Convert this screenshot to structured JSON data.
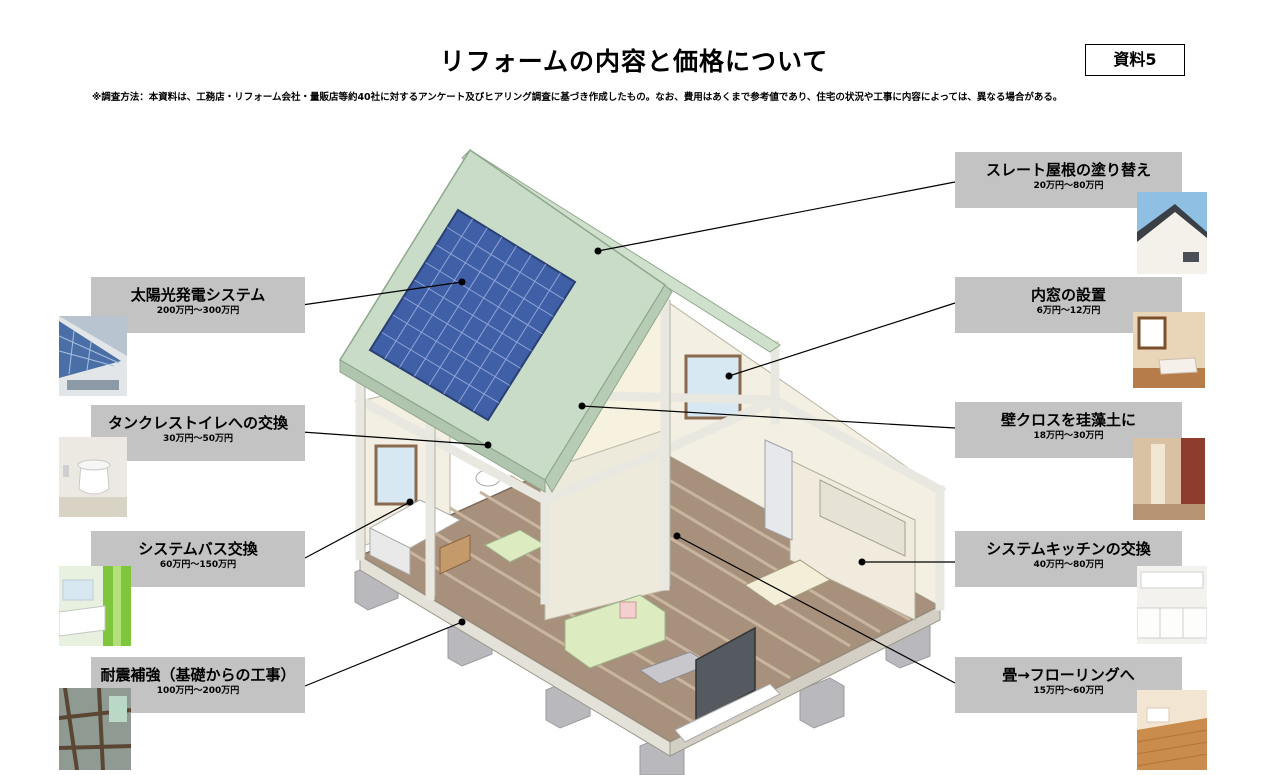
{
  "header": {
    "title": "リフォームの内容と価格について",
    "doc_label": "資料5",
    "method_note": "※調査方法：本資料は、工務店・リフォーム会社・量販店等約40社に対するアンケート及びヒアリング調査に基づき作成したもの。なお、費用はあくまで参考値であり、住宅の状況や工事に内容によっては、異なる場合がある。"
  },
  "left_items": [
    {
      "name": "太陽光発電システム",
      "price": "200万円～300万円"
    },
    {
      "name": "タンクレストイレへの交換",
      "price": "30万円～50万円"
    },
    {
      "name": "システムバス交換",
      "price": "60万円～150万円"
    },
    {
      "name": "耐震補強（基礎からの工事）",
      "price": "100万円～200万円"
    }
  ],
  "right_items": [
    {
      "name": "スレート屋根の塗り替え",
      "price": "20万円～80万円"
    },
    {
      "name": "内窓の設置",
      "price": "6万円～12万円"
    },
    {
      "name": "壁クロスを珪藻土に",
      "price": "18万円～30万円"
    },
    {
      "name": "システムキッチンの交換",
      "price": "40万円～80万円"
    },
    {
      "name": "畳→フローリングへ",
      "price": "15万円～60万円"
    }
  ],
  "colors": {
    "callout_bg": "#c3c3c3",
    "roof": "#c9dcc8",
    "solar_panel": "#3f5fa6",
    "floor": "#a8917c",
    "frame": "#e8e8e0",
    "pier": "#b9b9bd",
    "leader_line": "#000000"
  }
}
